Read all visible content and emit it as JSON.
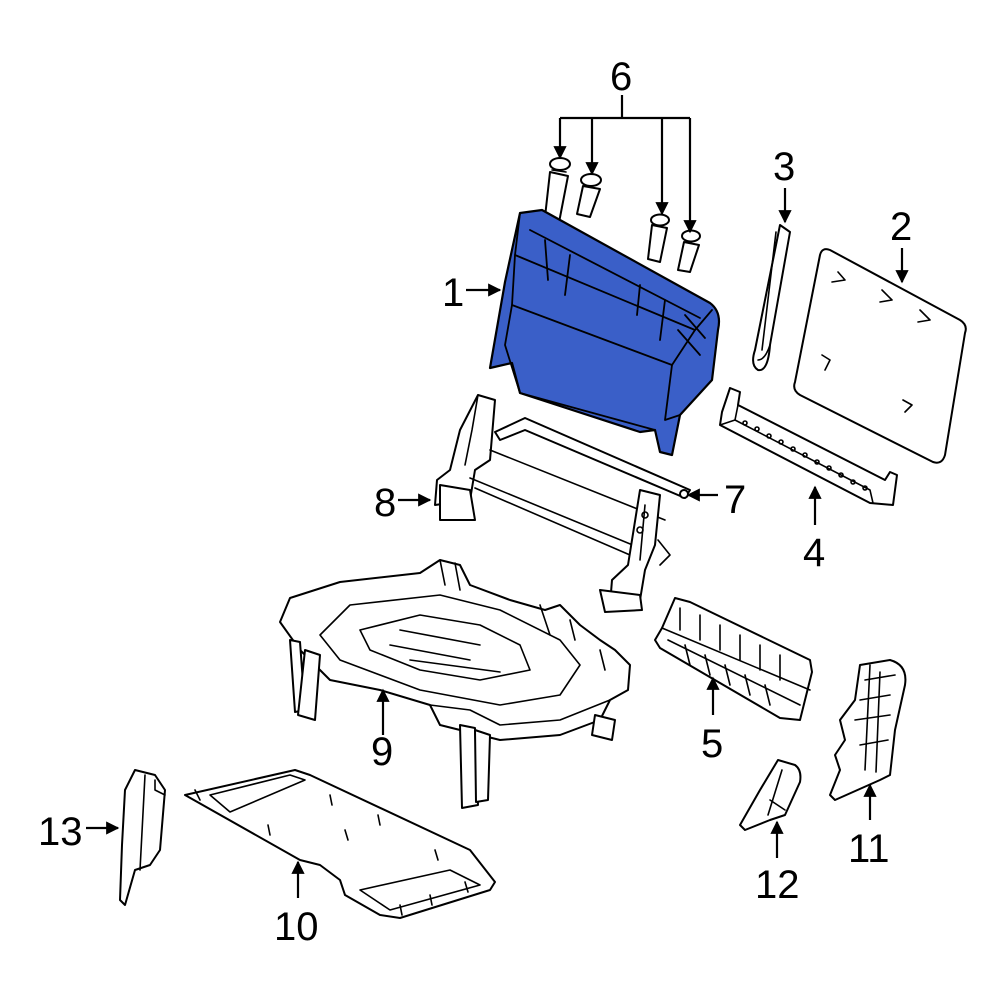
{
  "diagram": {
    "highlight_color": "#3a5fc8",
    "line_color": "#000000",
    "background": "#ffffff",
    "callouts": [
      "1",
      "2",
      "3",
      "4",
      "5",
      "6",
      "7",
      "8",
      "9",
      "10",
      "11",
      "12",
      "13"
    ]
  }
}
